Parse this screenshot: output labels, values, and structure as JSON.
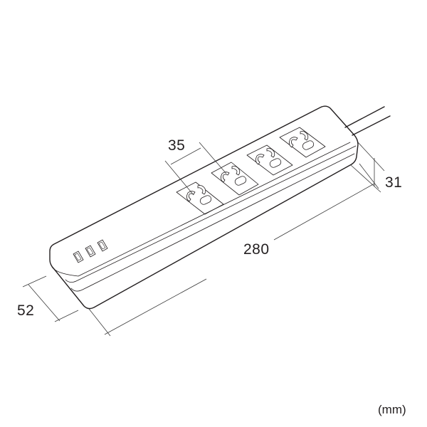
{
  "figure": {
    "subject": "power strip with 4 AC outlets and 3 USB ports",
    "outlet_count": 4,
    "usb_port_count": 3
  },
  "dimensions": {
    "outlet_pitch": "35",
    "length": "280",
    "height": "31",
    "width": "52"
  },
  "unit": "(mm)",
  "colors": {
    "line": "#231f20",
    "background": "#ffffff"
  }
}
